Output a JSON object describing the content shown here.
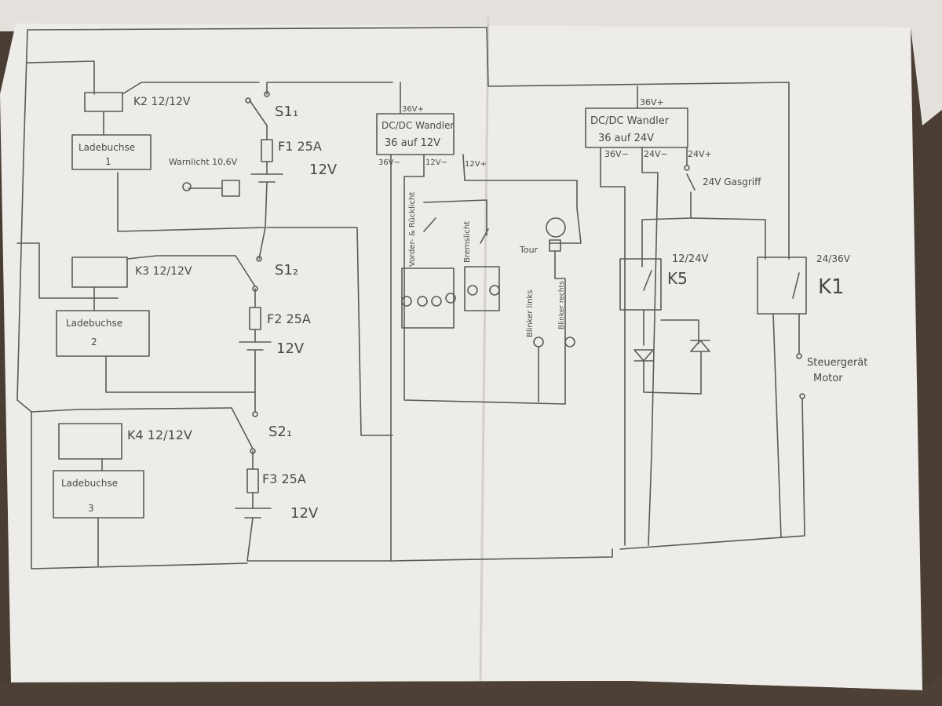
{
  "diagram": {
    "relays": {
      "k2": "K2 12/12V",
      "k3": "K3 12/12V",
      "k4": "K4 12/12V",
      "k5": "K5",
      "k5_rating": "12/24V",
      "k1": "K1",
      "k1_rating": "24/36V"
    },
    "charger_label": "Ladebuchse",
    "chargers": [
      "1",
      "2",
      "3"
    ],
    "switches": {
      "s1_1": "S1₁",
      "s1_2": "S1₂",
      "s2_1": "S2₁",
      "throttle": "24V Gasgriff"
    },
    "fuses": {
      "f1": "F1 25A",
      "f2": "F2 25A",
      "f3": "F3 25A"
    },
    "battery_voltage": "12V",
    "warning": "Warnlicht 10,6V",
    "converter1": {
      "line1": "DC/DC Wandler",
      "line2": "36 auf 12V",
      "in": "36V+",
      "out_minus_36": "36V−",
      "out_minus_12": "12V−",
      "out_plus_12": "12V+"
    },
    "converter2": {
      "line1": "DC/DC Wandler",
      "line2": "36 auf 24V",
      "in": "36V+",
      "out_minus_36": "36V−",
      "out_minus_24": "24V−",
      "out_plus_24": "24V+"
    },
    "lights": {
      "front_rear": "Vorder- & Rücklicht",
      "brake": "Bremslicht",
      "horn": "Tour",
      "blink_left": "Blinker links",
      "blink_right": "Blinker rechts"
    },
    "controller": {
      "line1": "Steuergerät",
      "line2": "Motor"
    }
  }
}
